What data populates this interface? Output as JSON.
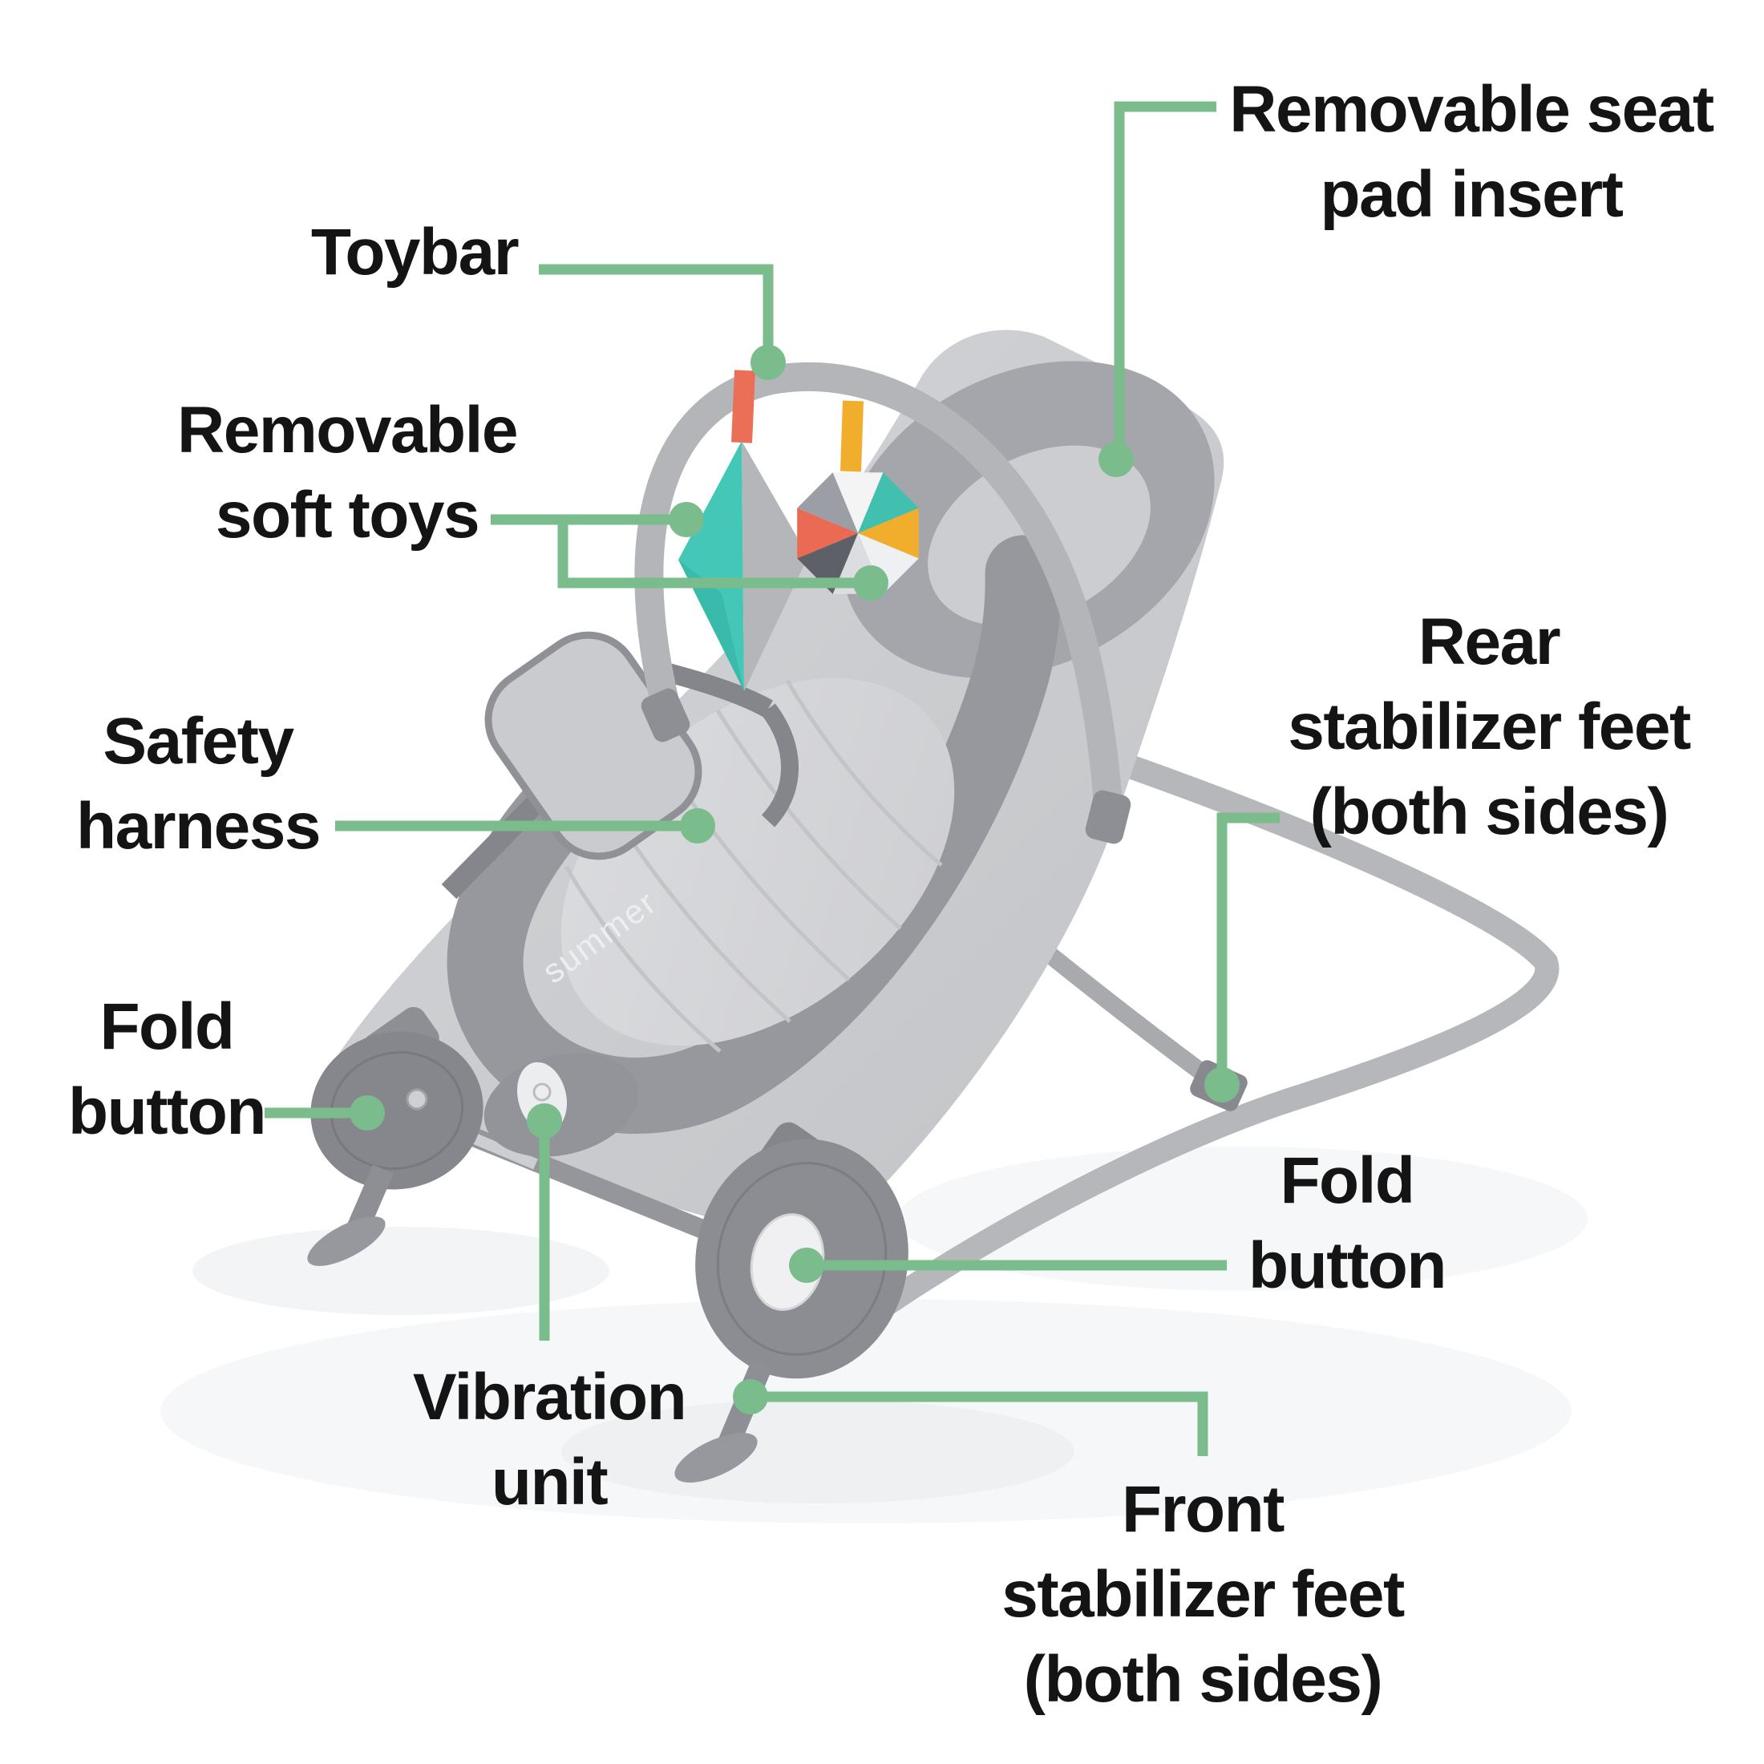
{
  "accent_color": "#7abc8c",
  "background_color": "#ffffff",
  "text_color": "#141414",
  "product": {
    "brand_logo": "summer"
  },
  "labels": {
    "seat_pad": {
      "lines": [
        "Removable seat",
        "pad insert"
      ]
    },
    "toybar": {
      "lines": [
        "Toybar"
      ]
    },
    "soft_toys": {
      "lines": [
        "Removable",
        "soft toys"
      ]
    },
    "safety_harness": {
      "lines": [
        "Safety",
        "harness"
      ]
    },
    "fold_button_left": {
      "lines": [
        "Fold",
        "button"
      ]
    },
    "rear_stabilizer": {
      "lines": [
        "Rear",
        "stabilizer feet",
        "(both sides)"
      ]
    },
    "fold_button_right": {
      "lines": [
        "Fold",
        "button"
      ]
    },
    "vibration_unit": {
      "lines": [
        "Vibration",
        "unit"
      ]
    },
    "front_stabilizer": {
      "lines": [
        "Front",
        "stabilizer feet",
        "(both sides)"
      ]
    }
  }
}
